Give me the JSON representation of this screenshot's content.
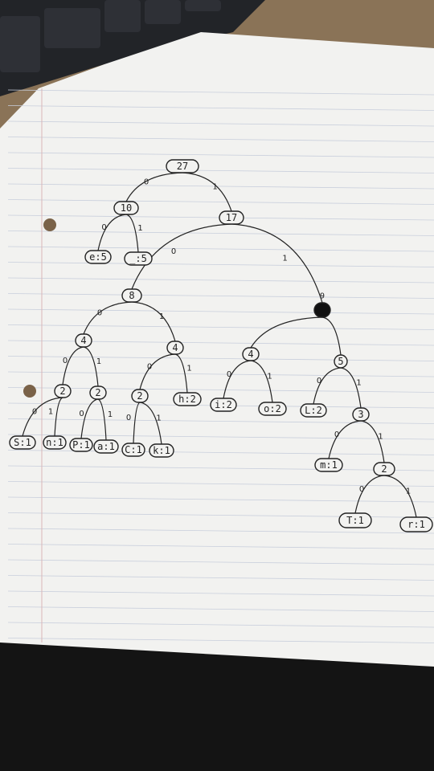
{
  "tree": {
    "nodes": [
      {
        "id": "root",
        "label": "27"
      },
      {
        "id": "n10",
        "label": "10"
      },
      {
        "id": "n17",
        "label": "17"
      },
      {
        "id": "e5",
        "label": "e:5"
      },
      {
        "id": "sp5",
        "label": "_:5"
      },
      {
        "id": "n8",
        "label": "8"
      },
      {
        "id": "n9",
        "label": "9"
      },
      {
        "id": "n4a",
        "label": "4"
      },
      {
        "id": "n4b",
        "label": "4"
      },
      {
        "id": "n2a",
        "label": "2"
      },
      {
        "id": "n2b",
        "label": "2"
      },
      {
        "id": "n2c",
        "label": "2"
      },
      {
        "id": "h2",
        "label": "h:2"
      },
      {
        "id": "s1",
        "label": "S:1"
      },
      {
        "id": "n1",
        "label": "n:1"
      },
      {
        "id": "p1",
        "label": "P:1"
      },
      {
        "id": "a1",
        "label": "a:1"
      },
      {
        "id": "c1",
        "label": "C:1"
      },
      {
        "id": "k1",
        "label": "k:1"
      },
      {
        "id": "n4c",
        "label": "4"
      },
      {
        "id": "n5",
        "label": "5"
      },
      {
        "id": "i2",
        "label": "i:2"
      },
      {
        "id": "o2",
        "label": "o:2"
      },
      {
        "id": "l2",
        "label": "L:2"
      },
      {
        "id": "n3",
        "label": "3"
      },
      {
        "id": "m1",
        "label": "m:1"
      },
      {
        "id": "n2d",
        "label": "2"
      },
      {
        "id": "t1",
        "label": "T:1"
      },
      {
        "id": "r1",
        "label": "r:1"
      }
    ],
    "edges": [
      {
        "from": "root",
        "to": "n10",
        "label": "0"
      },
      {
        "from": "root",
        "to": "n17",
        "label": "1"
      },
      {
        "from": "n10",
        "to": "e5",
        "label": "0"
      },
      {
        "from": "n10",
        "to": "sp5",
        "label": "1"
      },
      {
        "from": "n17",
        "to": "n8",
        "label": "0"
      },
      {
        "from": "n17",
        "to": "n9",
        "label": "1"
      },
      {
        "from": "n8",
        "to": "n4a",
        "label": "0"
      },
      {
        "from": "n8",
        "to": "n4b",
        "label": "1"
      },
      {
        "from": "n4a",
        "to": "n2a",
        "label": "0"
      },
      {
        "from": "n4a",
        "to": "n2b",
        "label": "1"
      },
      {
        "from": "n2a",
        "to": "s1",
        "label": "0"
      },
      {
        "from": "n2a",
        "to": "n1",
        "label": "1"
      },
      {
        "from": "n2b",
        "to": "p1",
        "label": "0"
      },
      {
        "from": "n2b",
        "to": "a1",
        "label": "1"
      },
      {
        "from": "n4b",
        "to": "n2c",
        "label": "0"
      },
      {
        "from": "n4b",
        "to": "h2",
        "label": "1"
      },
      {
        "from": "n2c",
        "to": "c1",
        "label": "0"
      },
      {
        "from": "n2c",
        "to": "k1",
        "label": "1"
      },
      {
        "from": "n9",
        "to": "n4c",
        "label": ""
      },
      {
        "from": "n9",
        "to": "n5",
        "label": ""
      },
      {
        "from": "n4c",
        "to": "i2",
        "label": "0"
      },
      {
        "from": "n4c",
        "to": "o2",
        "label": "1"
      },
      {
        "from": "n5",
        "to": "l2",
        "label": "0"
      },
      {
        "from": "n5",
        "to": "n3",
        "label": "1"
      },
      {
        "from": "n3",
        "to": "m1",
        "label": "0"
      },
      {
        "from": "n3",
        "to": "n2d",
        "label": "1"
      },
      {
        "from": "n2d",
        "to": "t1",
        "label": "0"
      },
      {
        "from": "n2d",
        "to": "r1",
        "label": "1"
      }
    ]
  }
}
